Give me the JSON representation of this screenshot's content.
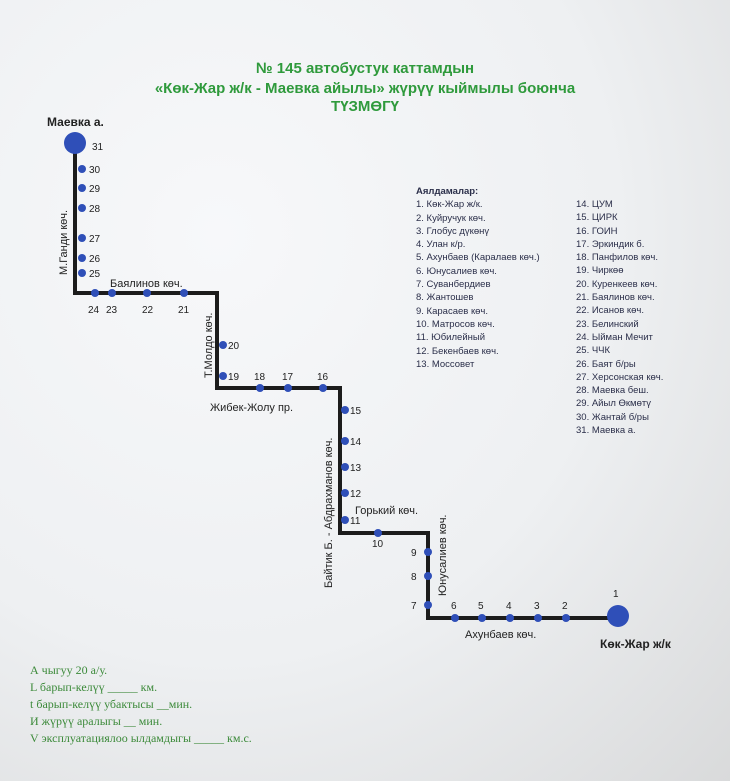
{
  "title": {
    "line1": "№  145 автобустук каттамдын",
    "line2": "«Көк-Жар ж/к - Маевка айылы» жүрүү кыймылы боюнча",
    "line3": "ТҮЗМӨГҮ"
  },
  "terminals": {
    "start": "Маевка а.",
    "end": "Көк-Жар ж/к"
  },
  "streets": {
    "gandi": "М.Ганди көч.",
    "bayalinov": "Баялинов көч.",
    "moldo": "Т.Молдо көч.",
    "jibek": "Жибек-Жолу пр.",
    "baytik": "Байтик Б. - Абдрахманов көч.",
    "gorkiy": "Горький көч.",
    "yunusaliev": "Юнусалиев көч.",
    "akhunbaev": "Ахунбаев көч."
  },
  "stop_numbers": [
    "1",
    "2",
    "3",
    "4",
    "5",
    "6",
    "7",
    "8",
    "9",
    "10",
    "11",
    "12",
    "13",
    "14",
    "15",
    "16",
    "17",
    "18",
    "19",
    "20",
    "21",
    "22",
    "23",
    "24",
    "25",
    "26",
    "27",
    "28",
    "29",
    "30",
    "31"
  ],
  "legend": {
    "heading": "Аялдамалар:",
    "col1": [
      "1. Көк-Жар ж/к.",
      "2. Куйручук көч.",
      "3. Глобус дүкөнү",
      "4. Улан к/р.",
      "5. Ахунбаев (Каралаев көч.)",
      "6. Юнусалиев көч.",
      "7. Суванбердиев",
      "8. Жантошев",
      "9. Карасаев көч.",
      "10. Матросов көч.",
      "11. Юбилейный",
      "12. Бекенбаев көч.",
      "13. Моссовет"
    ],
    "col2": [
      "14. ЦУМ",
      "15. ЦИРК",
      "16. ГОИН",
      "17. Эркиндик б.",
      "18. Панфилов көч.",
      "19. Чиркөө",
      "20. Куренкеев көч.",
      "21. Баялинов көч.",
      "22. Исанов көч.",
      "23. Белинский",
      "24. Ыйман Мечит",
      "25. ЧЧК",
      "26. Баят б/ры",
      "27. Херсонская көч.",
      "28. Маевка беш.",
      "29. Айыл Өкмөтү",
      "30. Жантай б/ры",
      "31. Маевка а."
    ]
  },
  "info": [
    "А чыгуу    20 а/у.",
    "L барып-келүү _____ км.",
    "t барып-келүү убактысы   __мин.",
    "И жүрүү аралыгы __      мин.",
    "V эксплуатациялоо ылдамдыгы _____ км.с."
  ],
  "colors": {
    "title": "#2f9a3c",
    "route": "#1c1c1c",
    "stop": "#2f4fb8"
  }
}
